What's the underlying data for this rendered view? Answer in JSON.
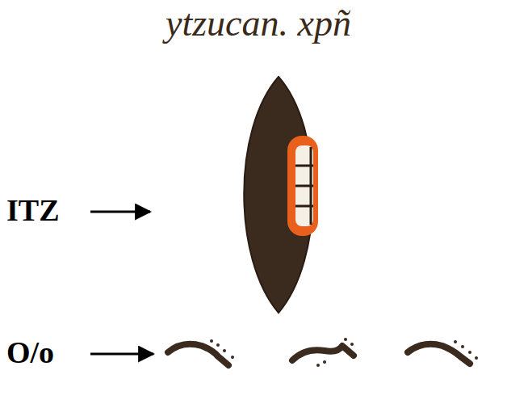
{
  "diagram": {
    "labels": [
      "ytzucan. xpñ",
      "ITZ",
      "O/o"
    ]
  }
}
